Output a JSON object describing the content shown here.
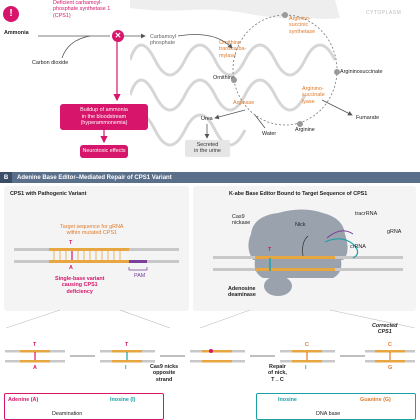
{
  "top": {
    "cytoplasm_label": "CYTOPLASM",
    "deficient_enzyme": "Deficient carbamoyl-\nphosphate synthetase 1\n(CPS1)",
    "ammonia": "Ammonia",
    "carbon_dioxide": "Carbon dioxide",
    "carbamoyl_phosphate": "Carbamoyl\nphosphate",
    "ornithine_transcarbamylase": "Ornithine\ntranscarba-\nmylase",
    "argininosuccinic_synthetase": "Arginino-\nsuccinic\nsynthetase",
    "argininosuccinate": "Argininosuccinate",
    "argininosuccinate_lyase": "Arginino-\nsuccinate\nlyase",
    "ornithine": "Ornithine",
    "fumarate": "Fumarate",
    "arginase": "Arginase",
    "arginine": "Arginine",
    "urea": "Urea",
    "water": "Water",
    "secreted": "Secreted\nin the urine",
    "buildup": "Buildup of ammonia\nin the bloodstream\n(hyperammonemia)",
    "neurotoxic": "Neurotoxic effects"
  },
  "panel_b": {
    "letter": "B",
    "title": "Adenine Base Editor–Mediated Repair of CPS1 Variant",
    "left_title": "CPS1 with Pathogenic Variant",
    "right_title": "K-abe Base Editor Bound to Target Sequence of CPS1",
    "target_sequence": "Target sequence for gRNA\nwithin mutated CPS1",
    "pam": "PAM",
    "single_base": "Single-base variant\ncausing CPS1\ndeficiency",
    "cas9": "Cas9\nnickase",
    "nick": "Nick",
    "tracrrna": "tracrRNA",
    "grna": "gRNA",
    "crrna": "crRNA",
    "adenosine_deaminase": "Adenosine\ndeaminase",
    "step_nick": "Cas9 nicks\nopposite\nstrand",
    "step_repair": "Repair\nof nick,\nT→C",
    "corrected": "Corrected\nCPS1",
    "base_T": "T",
    "base_A": "A",
    "base_I": "I",
    "base_C": "C",
    "base_G": "G",
    "legend_adenine": "Adenine (A)",
    "legend_inosine_left": "Inosine (I)",
    "legend_inosine_right": "Inosine",
    "legend_guanine": "Guanine (G)",
    "legend_deamination": "Deamination",
    "legend_dna_base": "DNA base"
  },
  "colors": {
    "pink": "#d6156b",
    "orange": "#e07a2a",
    "slate": "#5a6f8a",
    "teal": "#1aa0a6",
    "purple": "#7a3f9a",
    "strand": "#e8a640"
  }
}
